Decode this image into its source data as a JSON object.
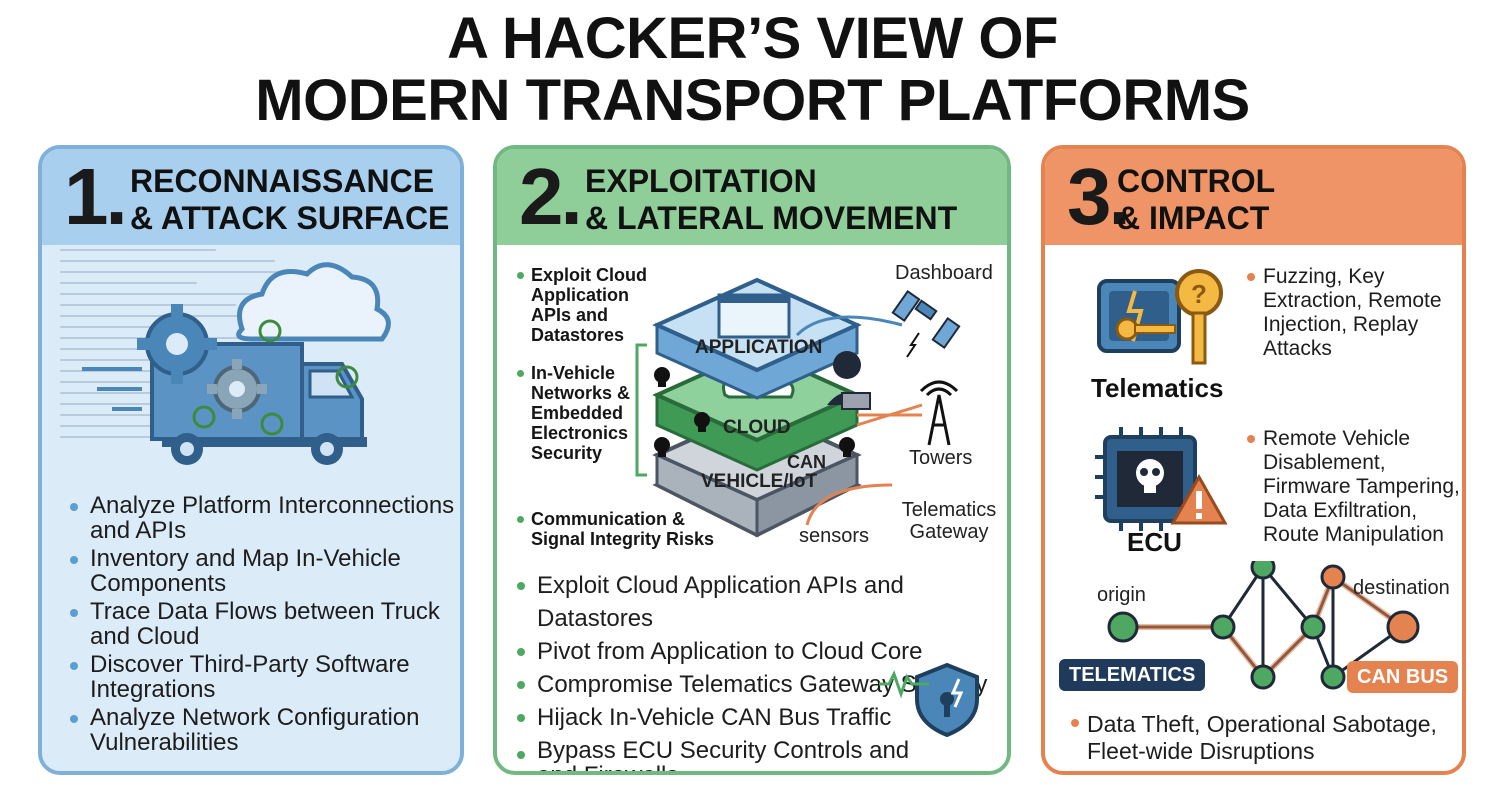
{
  "title": {
    "line1": "A HACKER’S VIEW OF",
    "line2": "MODERN TRANSPORT PLATFORMS"
  },
  "colors": {
    "recon": "#7fb0d8",
    "exploit": "#72b883",
    "impact": "#e4834f"
  },
  "panel1": {
    "number": "1.",
    "title_line1": "RECONNAISSANCE",
    "title_line2": "& ATTACK SURFACE",
    "bullets": [
      "Analyze Platform Interconnections and APIs",
      "Inventory and Map In-Vehicle Components",
      "Trace Data Flows between Truck and Cloud",
      "Discover Third-Party Software Integrations",
      "Analyze Network Configuration Vulnerabilities"
    ]
  },
  "panel2": {
    "number": "2.",
    "title_line1": "EXPLOITATION",
    "title_line2": "& LATERAL MOVEMENT",
    "side_bullets": [
      "Exploit Cloud Application APIs and Datastores",
      "In-Vehicle Networks & Embedded Electronics Security",
      "Communication & Signal Integrity Risks"
    ],
    "layers": {
      "top": "APPLICATION",
      "middle": "CLOUD",
      "bottom": "VEHICLE/IoT"
    },
    "labels": {
      "dashboard": "Dashboard",
      "towers": "Towers",
      "gateway": "Telematics Gateway",
      "sensors": "sensors",
      "can": "CAN"
    },
    "bullets": [
      "Exploit Cloud Application APIs and Datastores",
      "Pivot from Application to Cloud Core",
      "Compromise Telematics Gateway Security",
      "Hijack In-Vehicle CAN Bus Traffic",
      "Bypass ECU Security Controls and and Firewalls"
    ]
  },
  "panel3": {
    "number": "3.",
    "title_line1": "CONTROL",
    "title_line2": "& IMPACT",
    "telematics_label": "Telematics",
    "telematics_bullet": "Fuzzing, Key Extraction, Remote Injection, Replay Attacks",
    "ecu_label": "ECU",
    "ecu_bullet": "Remote Vehicle Disablement, Firmware Tampering, Data Exfiltration, Route Manipulation",
    "network": {
      "origin": "origin",
      "destination": "destination",
      "tag_left": "TELEMATICS",
      "tag_right": "CAN BUS"
    },
    "bottom_bullet": "Data Theft, Operational Sabotage, Fleet-wide Disruptions"
  }
}
